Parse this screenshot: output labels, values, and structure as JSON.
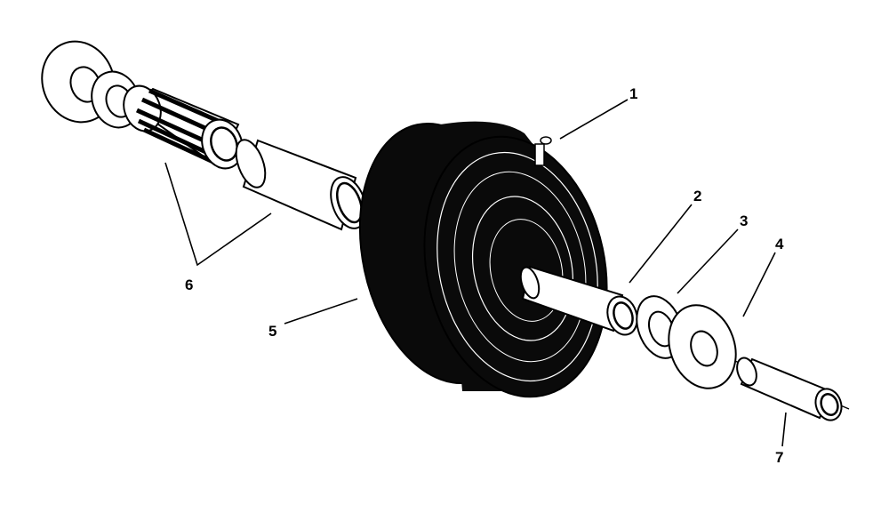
{
  "diagram": {
    "callouts": [
      {
        "id": "1",
        "text": "1"
      },
      {
        "id": "2",
        "text": "2"
      },
      {
        "id": "3",
        "text": "3"
      },
      {
        "id": "4",
        "text": "4"
      },
      {
        "id": "5",
        "text": "5"
      },
      {
        "id": "6",
        "text": "6"
      },
      {
        "id": "7",
        "text": "7"
      }
    ]
  },
  "colors": {
    "ink": "#000000",
    "paper": "#ffffff",
    "tire": "#0a0a0a"
  }
}
